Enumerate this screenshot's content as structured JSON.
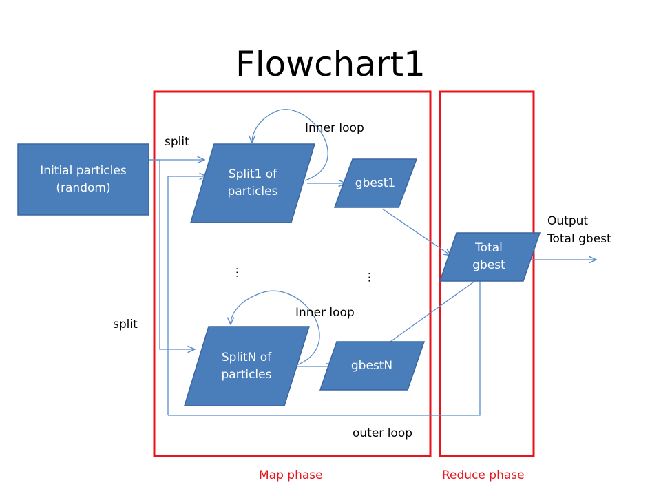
{
  "title": "Flowchart1",
  "nodes": {
    "initial": "Initial particles\n(random)",
    "split1": "Split1 of\nparticles",
    "splitN": "SplitN of\nparticles",
    "gbest1": "gbest1",
    "gbestN": "gbestN",
    "total": "Total\ngbest"
  },
  "labels": {
    "split_top": "split",
    "split_bottom": "split",
    "inner_loop_top": "Inner loop",
    "inner_loop_bottom": "Inner loop",
    "output": "Output\nTotal gbest",
    "outer_loop": "outer loop",
    "ellipsis_left": "…",
    "ellipsis_right": "…"
  },
  "phases": {
    "map": "Map phase",
    "reduce": "Reduce phase"
  },
  "colors": {
    "shape_fill": "#4a7ebb",
    "shape_stroke": "#3a66a0",
    "connector": "#5b8ec9",
    "phase_border": "#e8131b"
  }
}
